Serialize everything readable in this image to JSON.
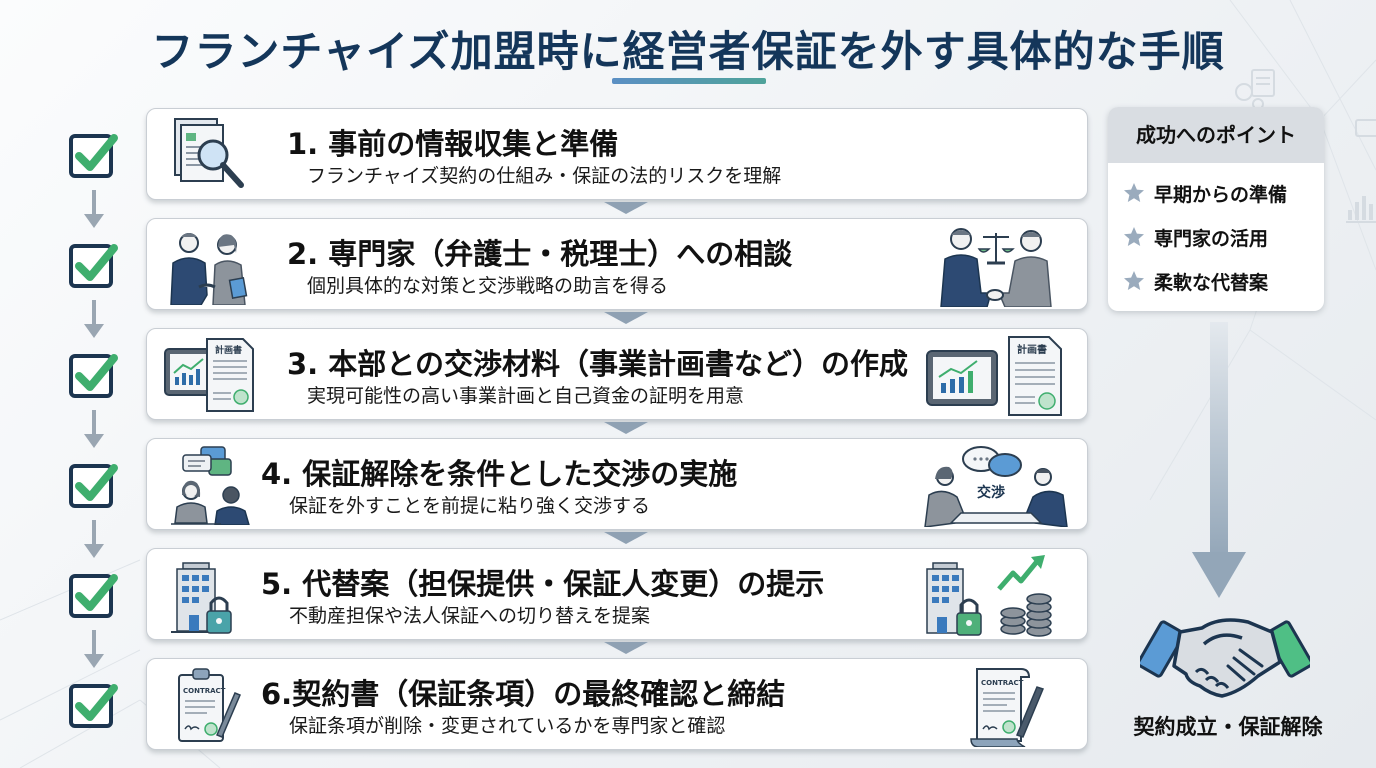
{
  "title": "フランチャイズ加盟時に経営者保証を外す具体的な手順",
  "colors": {
    "title": "#14365a",
    "check_green": "#3fae6e",
    "check_border": "#1c3550",
    "connector": "#8fa1b3",
    "accent_blue": "#5b8fc4",
    "accent_green": "#4fa39a"
  },
  "steps": [
    {
      "number": "1",
      "title": "1. 事前の情報収集と準備",
      "description": "フランチャイズ契約の仕組み・保証の法的リスクを理解",
      "icon_left": "document-magnifier-icon",
      "icon_right": null,
      "checked": true
    },
    {
      "number": "2",
      "title": "2. 専門家（弁護士・税理士）への相談",
      "description": "個別具体的な対策と交渉戦略の助言を得る",
      "icon_left": "business-handshake-people-icon",
      "icon_right": "lawyer-scales-handshake-icon",
      "checked": true
    },
    {
      "number": "3",
      "title": "3. 本部との交渉材料（事業計画書など）の作成",
      "description": "実現可能性の高い事業計画と自己資金の証明を用意",
      "icon_left": "tablet-chart-plan-document-icon",
      "icon_right": "tablet-chart-plan-document-icon",
      "icon_doc_label": "計画書",
      "checked": true
    },
    {
      "number": "4",
      "title": "4. 保証解除を条件とした交渉の実施",
      "description": "保証を外すことを前提に粘り強く交渉する",
      "icon_left": "conversation-people-icon",
      "icon_right": "negotiation-table-icon",
      "icon_right_label": "交渉",
      "checked": true
    },
    {
      "number": "5",
      "title": "5. 代替案（担保提供・保証人変更）の提示",
      "description": "不動産担保や法人保証への切り替えを提案",
      "icon_left": "building-lock-icon",
      "icon_right": "building-lock-coins-growth-icon",
      "checked": true
    },
    {
      "number": "6",
      "title": "6.契約書（保証条項）の最終確認と締結",
      "description": "保証条項が削除・変更されているかを専門家と確認",
      "icon_left": "contract-clipboard-pen-icon",
      "icon_right": "contract-scroll-pen-icon",
      "icon_contract_label": "CONTRACT",
      "checked": true
    }
  ],
  "points": {
    "header": "成功へのポイント",
    "items": [
      {
        "icon": "star-icon",
        "label": "早期からの準備"
      },
      {
        "icon": "star-icon",
        "label": "専門家の活用"
      },
      {
        "icon": "star-icon",
        "label": "柔軟な代替案"
      }
    ]
  },
  "result": {
    "icon": "handshake-icon",
    "label": "契約成立・保証解除"
  }
}
